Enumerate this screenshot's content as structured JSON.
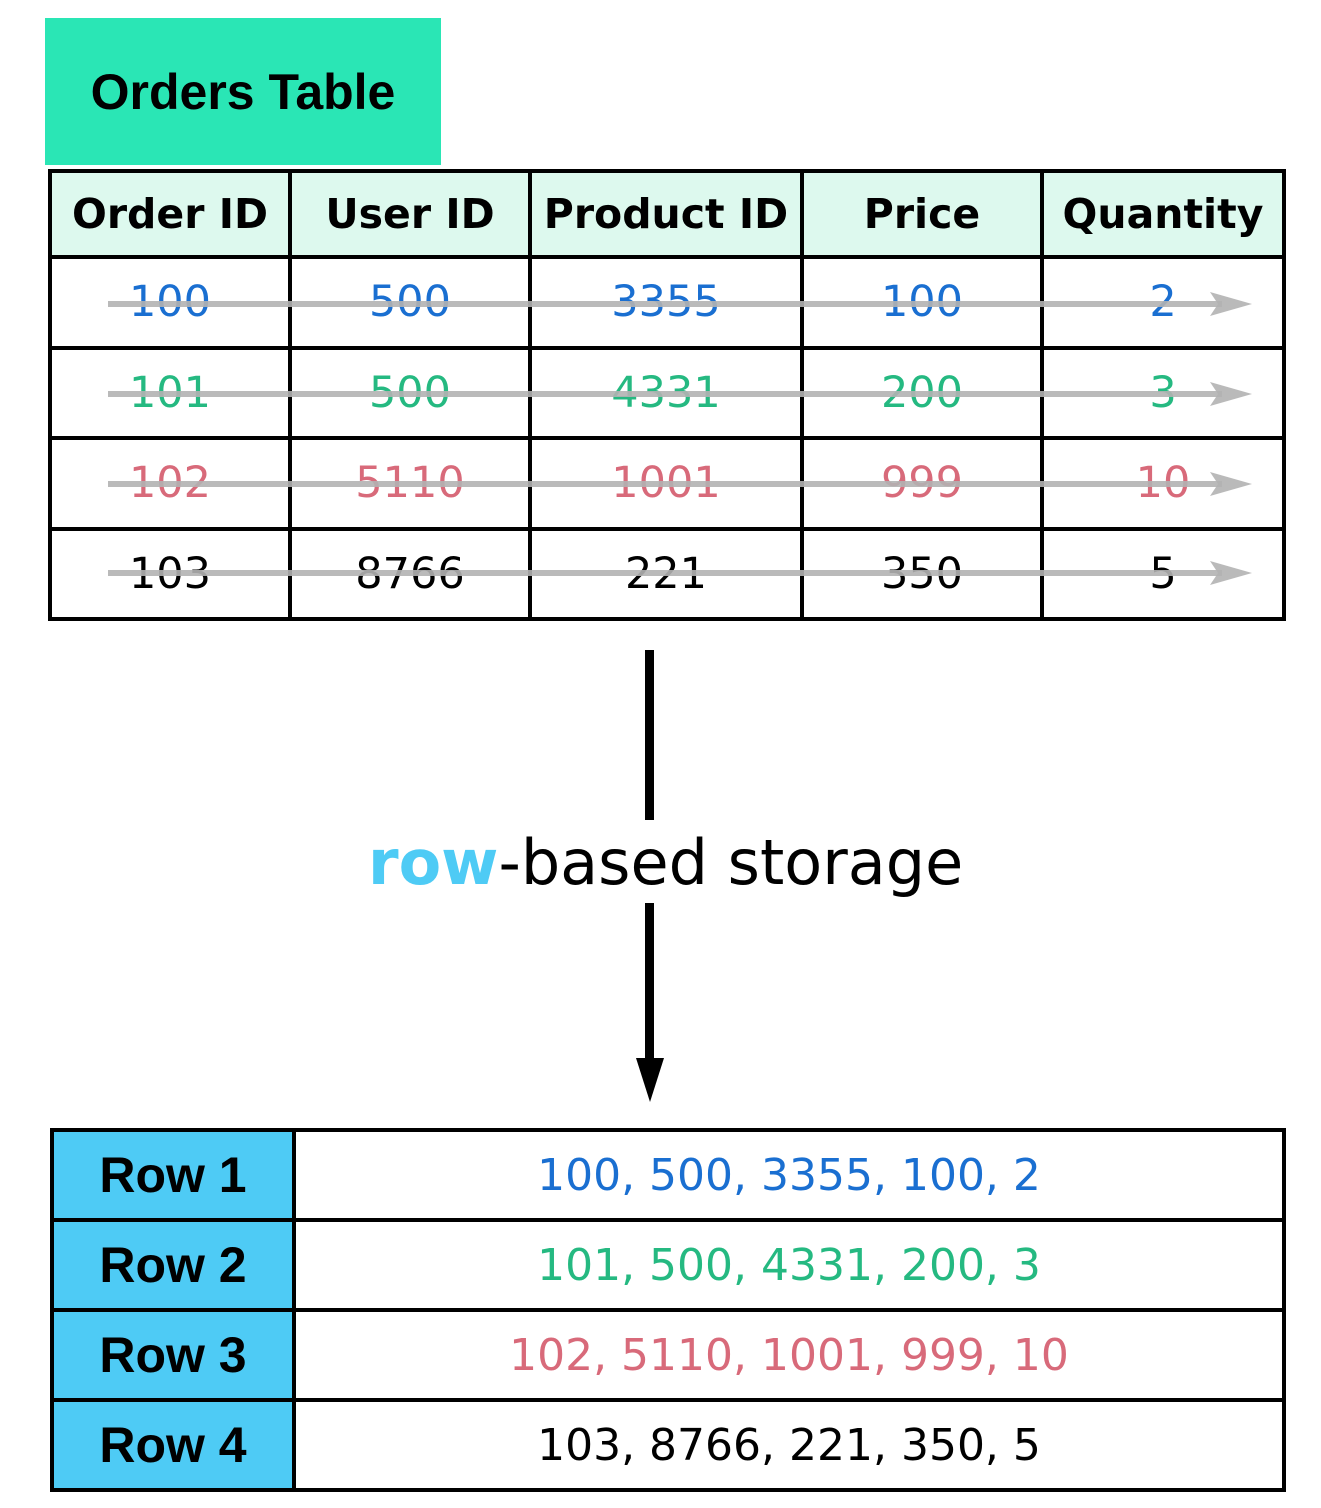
{
  "title": "Orders Table",
  "table": {
    "headers": [
      "Order ID",
      "User ID",
      "Product ID",
      "Price",
      "Quantity"
    ],
    "rows": [
      {
        "color": "#1a6fd1",
        "cells": [
          "100",
          "500",
          "3355",
          "100",
          "2"
        ]
      },
      {
        "color": "#25b981",
        "cells": [
          "101",
          "500",
          "4331",
          "200",
          "3"
        ]
      },
      {
        "color": "#d86a7a",
        "cells": [
          "102",
          "5110",
          "1001",
          "999",
          "10"
        ]
      },
      {
        "color": "#000000",
        "cells": [
          "103",
          "8766",
          "221",
          "350",
          "5"
        ]
      }
    ]
  },
  "arrow_color": "#b3b3b3",
  "storage_label": {
    "accent": "row",
    "rest": "-based storage",
    "accent_color": "#4ecbf5"
  },
  "storage_rows": [
    {
      "label": "Row 1",
      "value": "100, 500, 3355, 100, 2",
      "color": "#1a6fd1"
    },
    {
      "label": "Row 2",
      "value": "101, 500, 4331, 200, 3",
      "color": "#25b981"
    },
    {
      "label": "Row 3",
      "value": "102, 5110, 1001, 999, 10",
      "color": "#d86a7a"
    },
    {
      "label": "Row 4",
      "value": "103, 8766, 221, 350, 5",
      "color": "#000000"
    }
  ]
}
